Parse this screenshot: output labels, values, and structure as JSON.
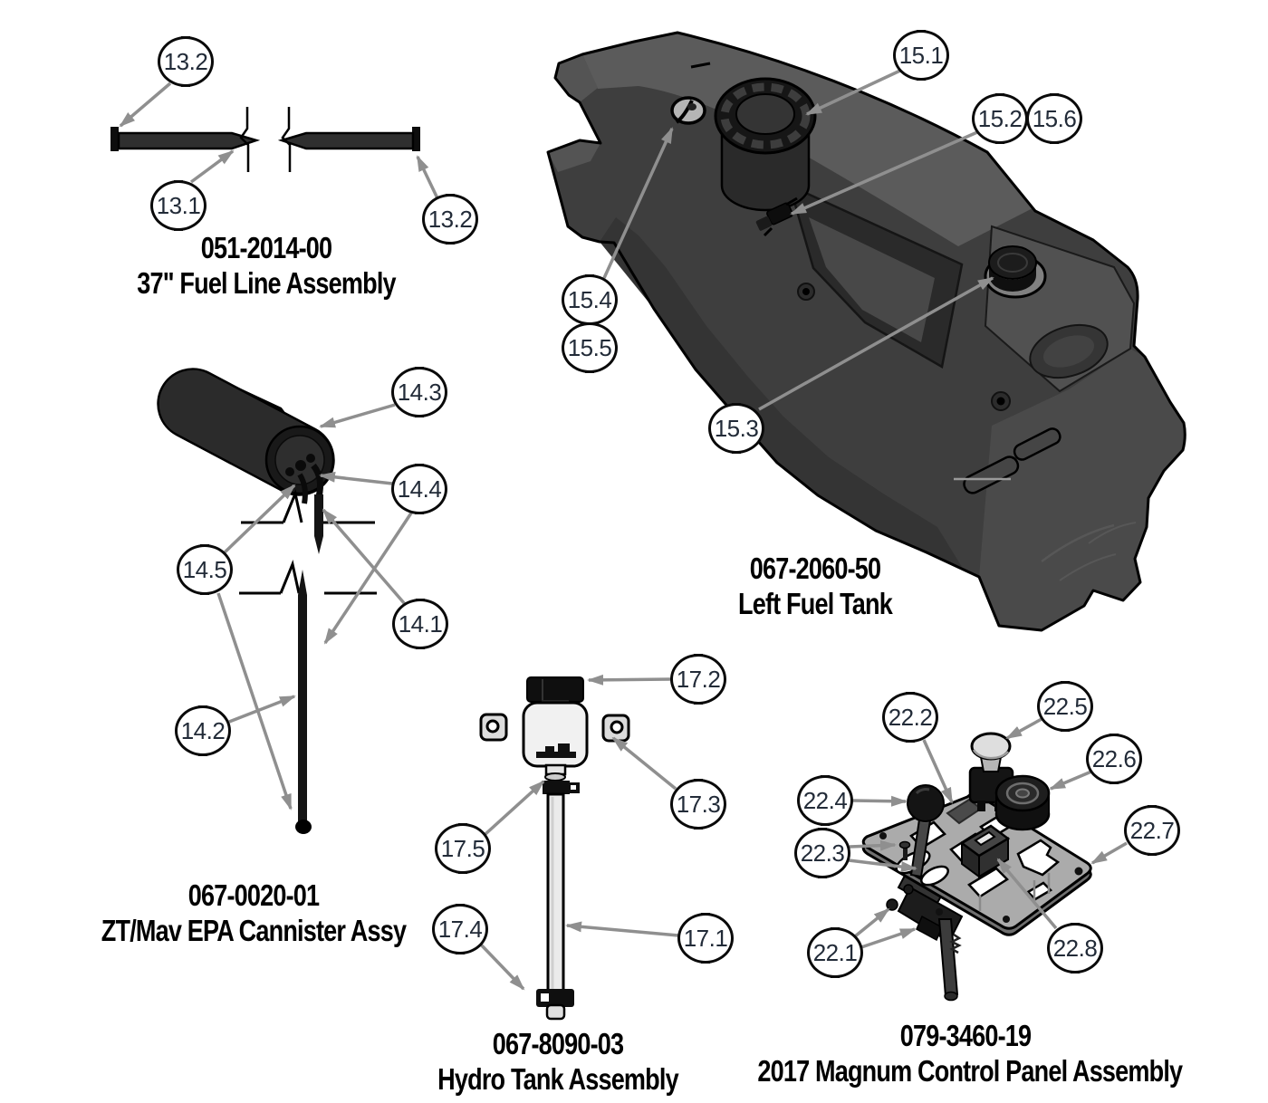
{
  "figure": {
    "type": "parts-diagram",
    "colors": {
      "leader_line": "#8f8f8f",
      "part_dark": "#2e2e2e",
      "tank_body": "#3e3e3e",
      "part_light": "#efefef",
      "plate_gray": "#ababab",
      "callout_text": "#222b38",
      "outline": "#000000",
      "background": "#ffffff"
    }
  },
  "assemblies": [
    {
      "part_number": "051-2014-00",
      "name": "37\" Fuel Line Assembly",
      "callouts": [
        "13.2",
        "13.1",
        "13.2"
      ]
    },
    {
      "part_number": "067-0020-01",
      "name": "ZT/Mav EPA Cannister Assy",
      "callouts": [
        "14.3",
        "14.4",
        "14.5",
        "14.1",
        "14.2"
      ]
    },
    {
      "part_number": "067-2060-50",
      "name": "Left Fuel Tank",
      "callouts": [
        "15.1",
        "15.2",
        "15.6",
        "15.4",
        "15.5",
        "15.3"
      ]
    },
    {
      "part_number": "067-8090-03",
      "name": "Hydro Tank Assembly",
      "callouts": [
        "17.2",
        "17.3",
        "17.5",
        "17.4",
        "17.1"
      ]
    },
    {
      "part_number": "079-3460-19",
      "name": "2017 Magnum Control Panel Assembly",
      "callouts": [
        "22.2",
        "22.5",
        "22.6",
        "22.4",
        "22.3",
        "22.7",
        "22.1",
        "22.8"
      ]
    }
  ]
}
